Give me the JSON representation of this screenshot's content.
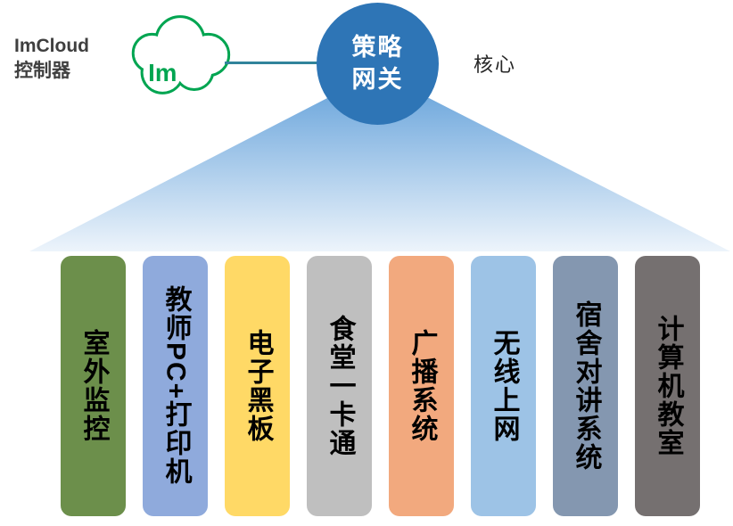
{
  "cloud": {
    "label": "ImCloud\n控制器",
    "logo_text": "Im"
  },
  "gateway": {
    "label": "策略\n网关"
  },
  "core_label": "核心",
  "colors": {
    "cloud_green": "#00A551",
    "connector": "#31849B",
    "gateway_blue": "#2E75B6",
    "funnel_top": "#74ABDE",
    "funnel_bottom": "#EDF4FB"
  },
  "pillars": [
    {
      "label": "室外监控",
      "color": "#6C8F4B"
    },
    {
      "label": "教师PC+打印机",
      "color": "#8FAADC"
    },
    {
      "label": "电子黑板",
      "color": "#FFD966"
    },
    {
      "label": "食堂一卡通",
      "color": "#BFBFBF"
    },
    {
      "label": "广播系统",
      "color": "#F2A97E"
    },
    {
      "label": "无线上网",
      "color": "#9DC3E6"
    },
    {
      "label": "宿舍对讲系统",
      "color": "#8497B0"
    },
    {
      "label": "计算机教室",
      "color": "#757070"
    }
  ]
}
